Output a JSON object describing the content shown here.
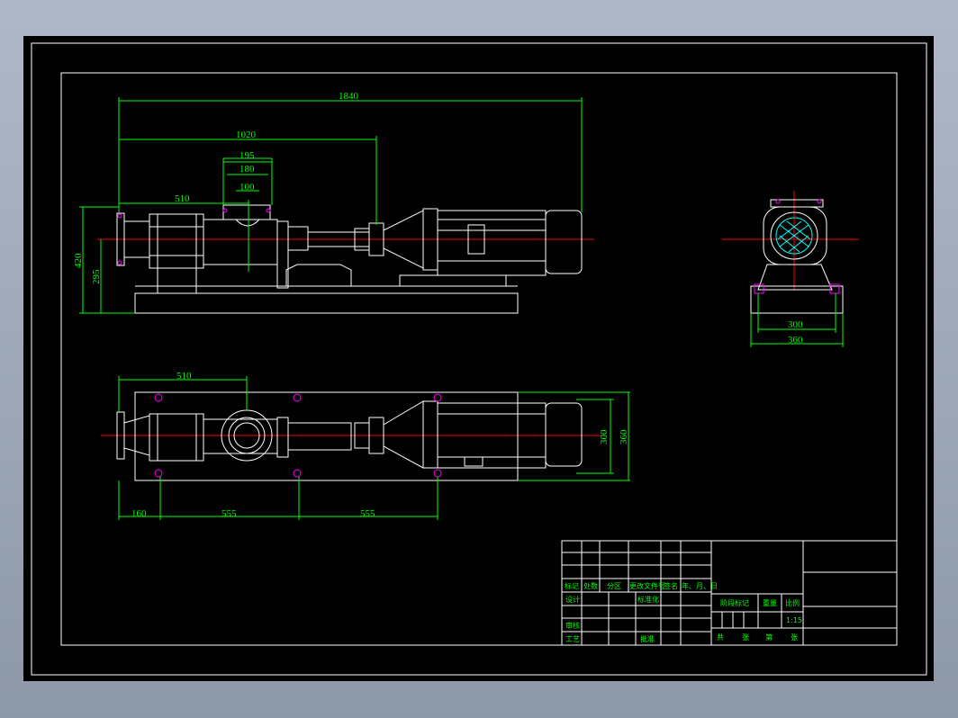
{
  "colors": {
    "background_frame": "#a9b3c1",
    "sheet": "#000000",
    "outline": "#ffffff",
    "dimension": "#00ff00",
    "centerline": "#ff0000",
    "accent": "#ff00ff",
    "hatch": "#00ffff"
  },
  "front_view": {
    "dim_overall": "1840",
    "dim_1020": "1020",
    "dim_195": "195",
    "dim_180": "180",
    "dim_100": "100",
    "dim_510": "510",
    "dim_420": "420",
    "dim_295": "295"
  },
  "side_view": {
    "dim_300": "300",
    "dim_360": "360"
  },
  "top_view": {
    "dim_510": "510",
    "dim_300": "300",
    "dim_360": "360",
    "dim_160": "160",
    "dim_555a": "555",
    "dim_555b": "555"
  },
  "title_block": {
    "mark": "标记",
    "count": "处数",
    "zone": "分区",
    "change_doc": "更改文件号",
    "signature": "签名",
    "date": "年、月、日",
    "design": "设计",
    "standardize": "标准化",
    "stage_mark": "阶段标记",
    "weight": "重量",
    "scale": "比例",
    "scale_value": "1:15",
    "review": "审核",
    "process": "工艺",
    "approve": "批准",
    "total": "共",
    "sheets": "张",
    "page": "第",
    "sheet_word": "张"
  }
}
